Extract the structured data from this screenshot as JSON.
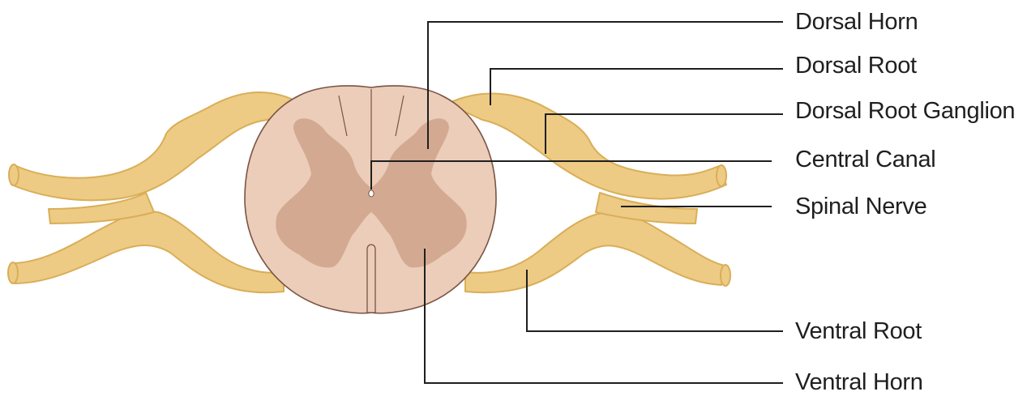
{
  "diagram": {
    "colors": {
      "nerve_fill": "#EDCB84",
      "nerve_stroke": "#D9AE58",
      "cord_white_matter": "#EBCDB9",
      "cord_gray_matter": "#D3A992",
      "cord_stroke": "#7A5444",
      "leader_line": "#1f1f1f",
      "label_text": "#1f1f1f"
    },
    "labels": {
      "dorsal_horn": "Dorsal Horn",
      "dorsal_root": "Dorsal Root",
      "dorsal_root_ganglion": "Dorsal Root Ganglion",
      "central_canal": "Central Canal",
      "spinal_nerve": "Spinal Nerve",
      "ventral_root": "Ventral Root",
      "ventral_horn": "Ventral Horn"
    }
  }
}
